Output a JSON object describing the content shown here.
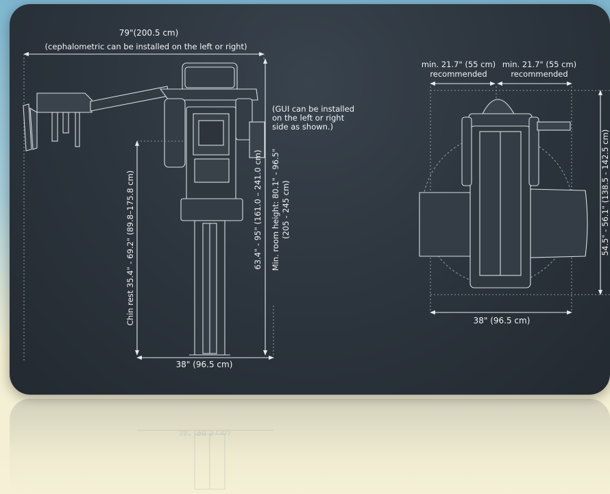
{
  "side_view": {
    "width_dim": "79\"(200.5 cm)",
    "width_note": "(cephalometric can be installed on the left or right)",
    "gui_note": [
      "(GUI can be installed",
      "on the left or right",
      "side as shown.)"
    ],
    "chin_rest": "Chin rest 35.4\" - 69.2\" (89.8–175.8 cm)",
    "height_range": "63.4\" - 95\" (161.0 – 241.0 cm)",
    "room_height_1": "Min. room height: 80.1\" - 96.5\"",
    "room_height_2": "(205 - 245 cm)",
    "base_width": "38\" (96.5 cm)"
  },
  "top_view": {
    "clearance_left_1": "min. 21.7\" (55 cm)",
    "clearance_left_2": "recommended",
    "clearance_right_1": "min. 21.7\" (55 cm)",
    "clearance_right_2": "recommended",
    "depth": "54.5\" - 56.1\" (138.5 - 142.5 cm)",
    "base_width": "38\" (96.5 cm)"
  },
  "reflection_text": "38\" (96.5 cm)",
  "colors": {
    "panel_bg": "#2b333c",
    "line": "#e6ecef",
    "text": "#f2f4f5"
  }
}
